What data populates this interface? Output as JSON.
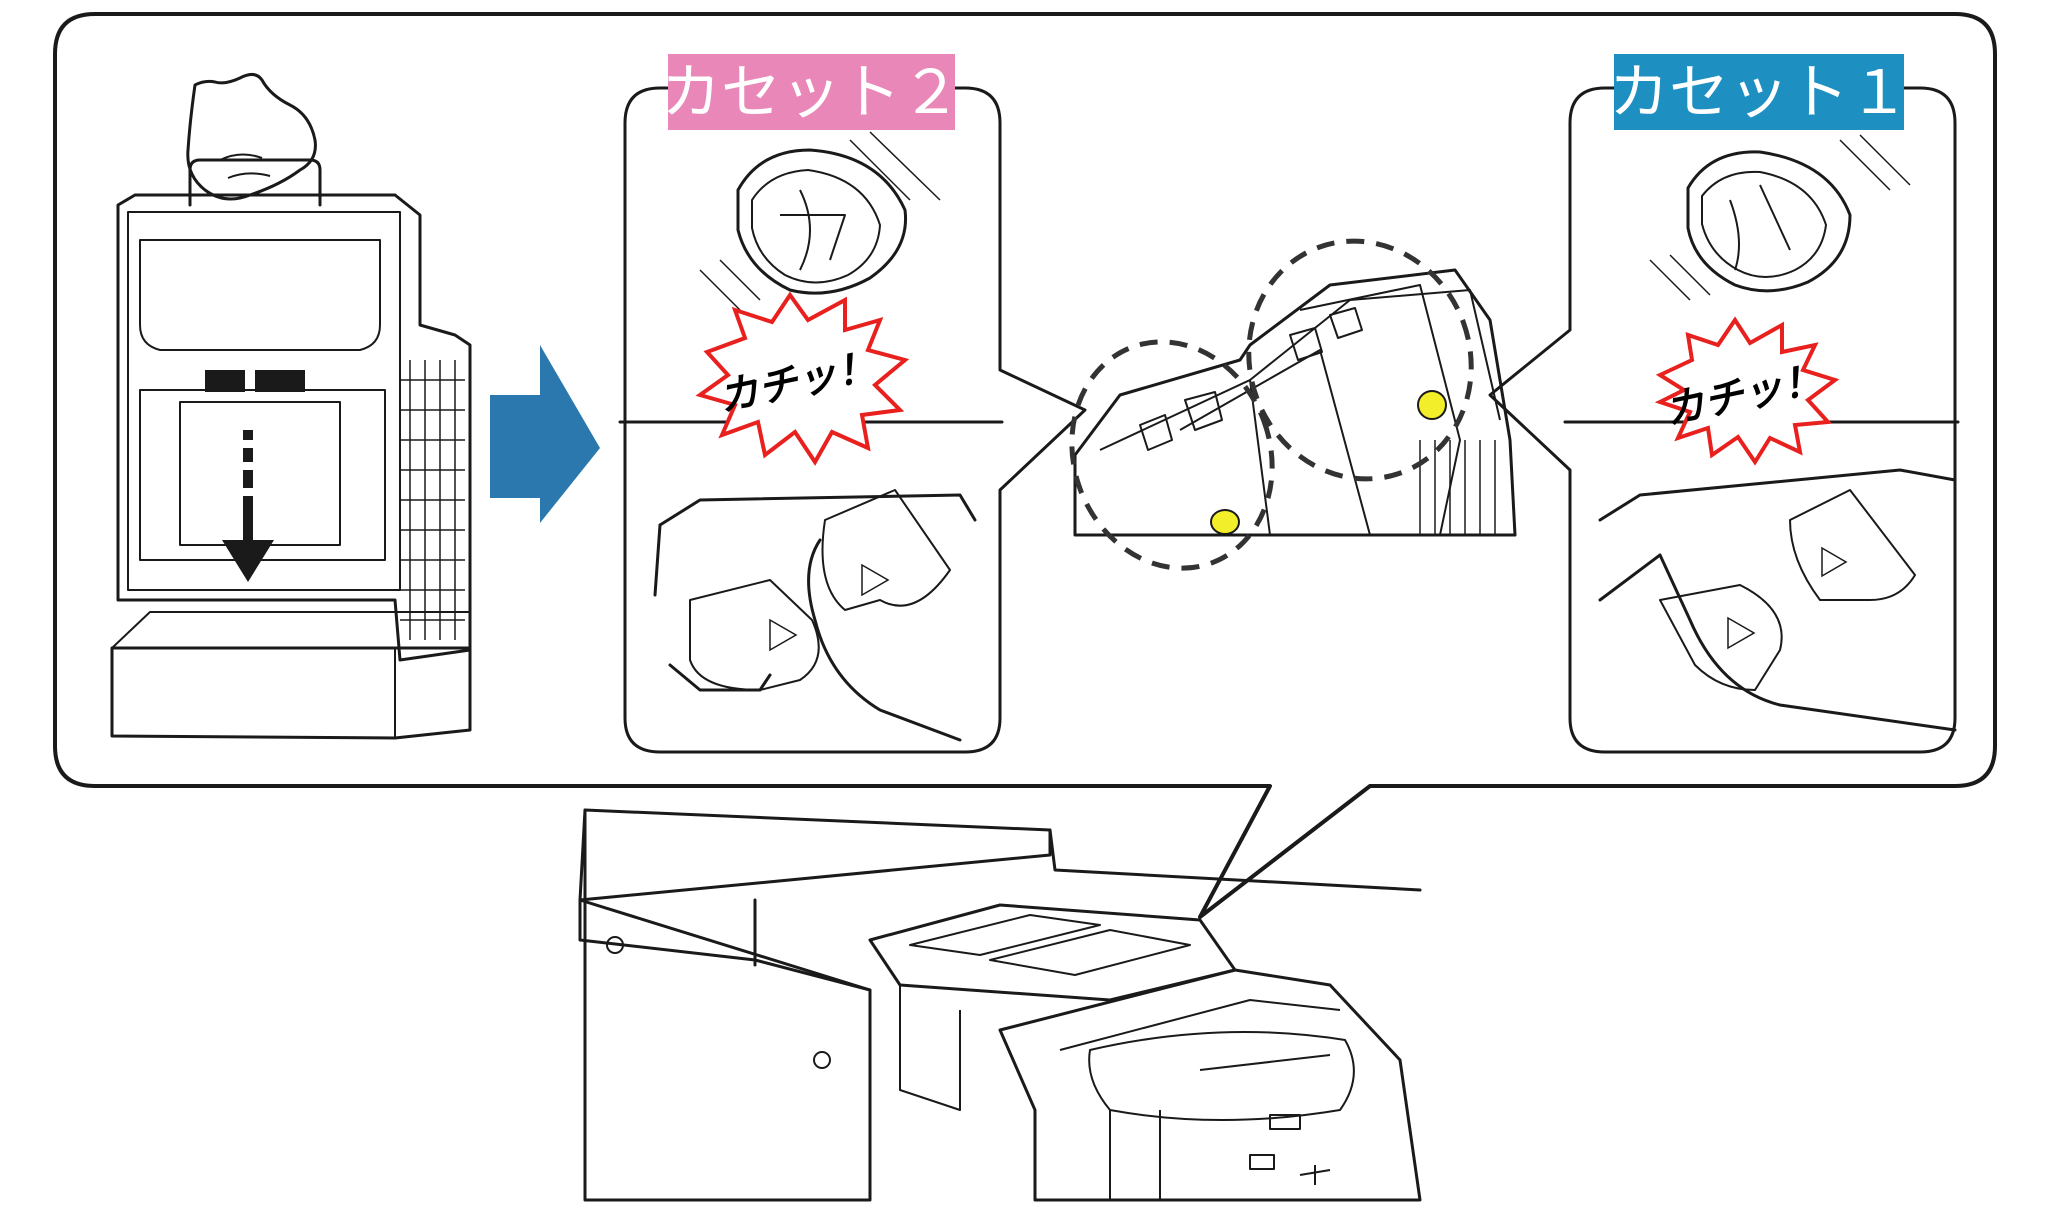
{
  "callouts": {
    "cassette2": {
      "label": "カセット２",
      "color": "#e887b8"
    },
    "cassette1": {
      "label": "カセット１",
      "color": "#1d8fc0"
    },
    "click_sound": "カチッ！"
  },
  "colors": {
    "arrow": "#2a78ad",
    "latch_yellow": "#f2ee2a",
    "burst_outline": "#e8201e",
    "outline": "#1a1a1a"
  },
  "icons": [
    "hand-icon",
    "down-arrow-icon",
    "right-arrow-icon",
    "click-burst-icon",
    "triangle-mark-icon"
  ]
}
